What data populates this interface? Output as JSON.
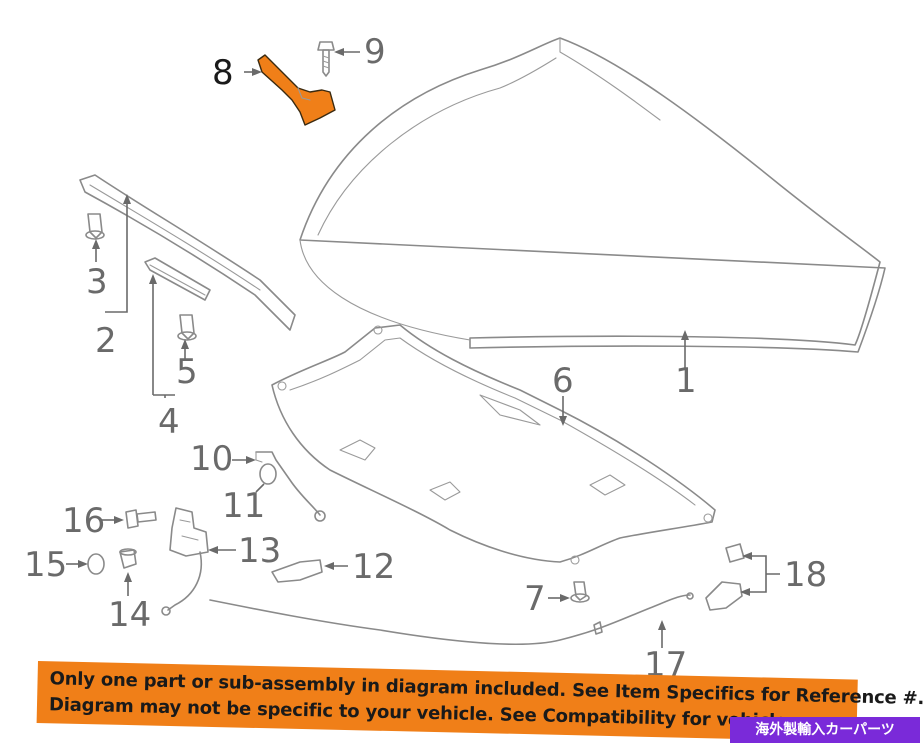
{
  "callouts": [
    {
      "id": "1",
      "label": "1"
    },
    {
      "id": "2",
      "label": "2"
    },
    {
      "id": "3",
      "label": "3"
    },
    {
      "id": "4",
      "label": "4"
    },
    {
      "id": "5",
      "label": "5"
    },
    {
      "id": "6",
      "label": "6"
    },
    {
      "id": "7",
      "label": "7"
    },
    {
      "id": "8",
      "label": "8"
    },
    {
      "id": "9",
      "label": "9"
    },
    {
      "id": "10",
      "label": "10"
    },
    {
      "id": "11",
      "label": "11"
    },
    {
      "id": "12",
      "label": "12"
    },
    {
      "id": "13",
      "label": "13"
    },
    {
      "id": "14",
      "label": "14"
    },
    {
      "id": "15",
      "label": "15"
    },
    {
      "id": "16",
      "label": "16"
    },
    {
      "id": "17",
      "label": "17"
    },
    {
      "id": "18",
      "label": "18"
    }
  ],
  "highlight_color": "#f07f18",
  "banner": {
    "line1": "Only one part or sub-assembly in diagram included. See Item Specifics for Reference #.",
    "line2": "Diagram may not be specific to your vehicle. See Compatibility for vehicle-spec"
  },
  "shop_tag": {
    "text": "海外製輸入カーパーツ",
    "color": "#7a2ad9"
  }
}
